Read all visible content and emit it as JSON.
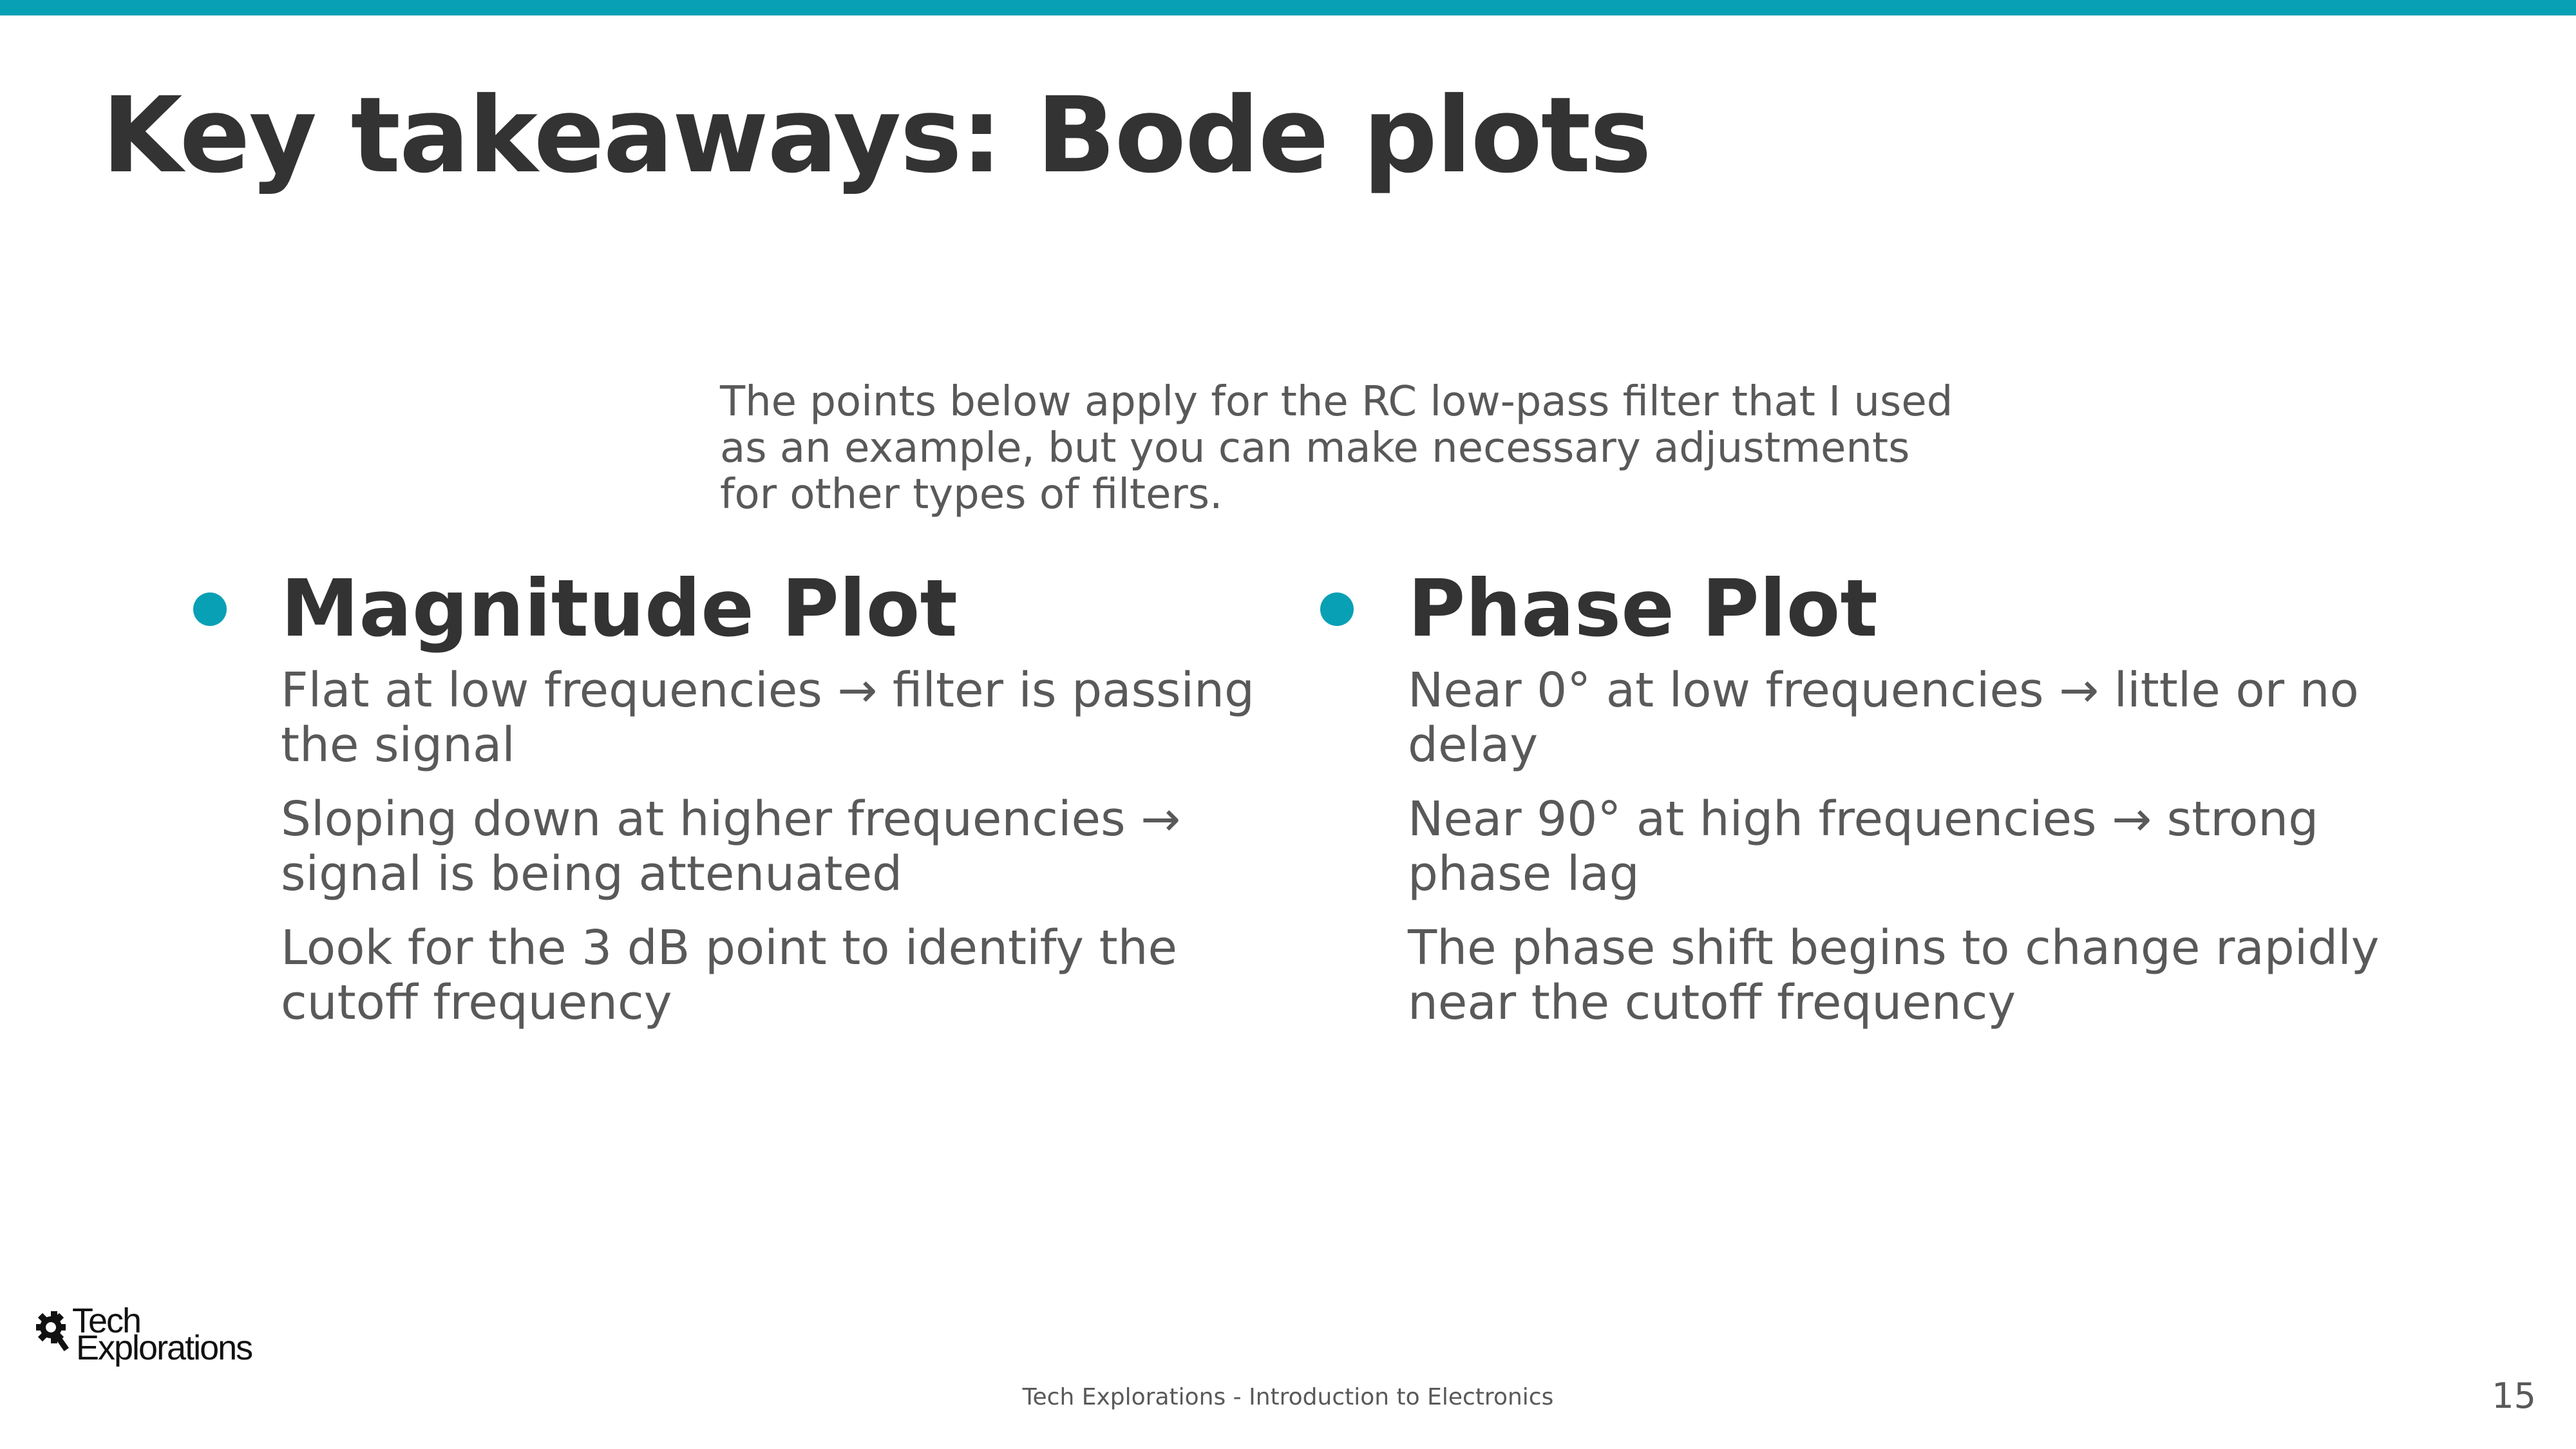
{
  "slide": {
    "title": "Key takeaways: Bode plots",
    "intro": "The points below apply for the RC low-pass filter that I used as an example, but you can make necessary adjustments for other types of filters.",
    "accent_color": "#08A0B5"
  },
  "columns": [
    {
      "heading": "Magnitude Plot",
      "points": [
        "Flat at low frequencies → filter is passing the signal",
        "Sloping down at higher frequencies → signal is being attenuated",
        "Look for the 3 dB point to identify the cutoff frequency"
      ]
    },
    {
      "heading": "Phase Plot",
      "points": [
        "Near 0° at low frequencies → little or no delay",
        "Near 90° at high frequencies → strong phase lag",
        "The phase shift begins to change rapidly near the cutoff frequency"
      ]
    }
  ],
  "logo": {
    "line1": "Tech",
    "line2": "Explorations",
    "icon": "gear-magnifier-icon"
  },
  "footer": {
    "text": "Tech Explorations - Introduction to Electronics",
    "page_number": "15"
  }
}
